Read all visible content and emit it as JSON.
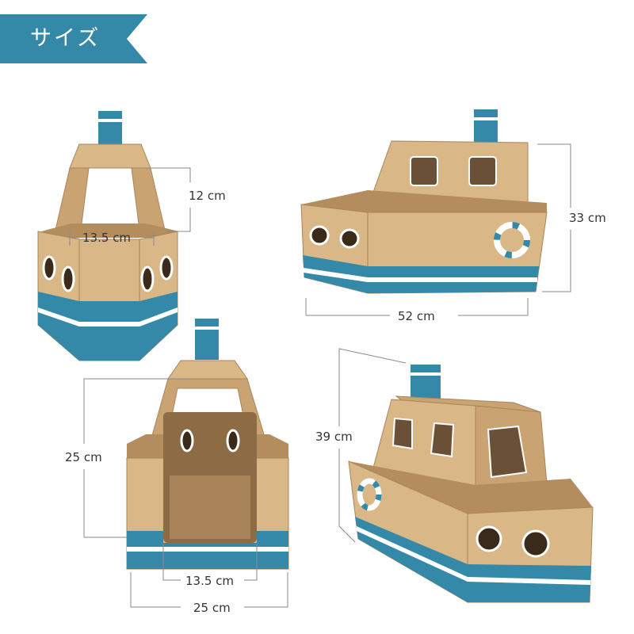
{
  "header": {
    "title": "サイズ"
  },
  "dimensions": {
    "front_roof_width": "13.5",
    "front_cabin_height": "12",
    "side_length": "52",
    "side_height": "33",
    "back_height": "25",
    "back_opening_width": "13.5",
    "back_width": "25",
    "total_height": "39",
    "unit": "cm"
  },
  "colors": {
    "banner": "#3589a8",
    "cardboard": "#d9b787",
    "hull_stripe": "#3589a8"
  }
}
